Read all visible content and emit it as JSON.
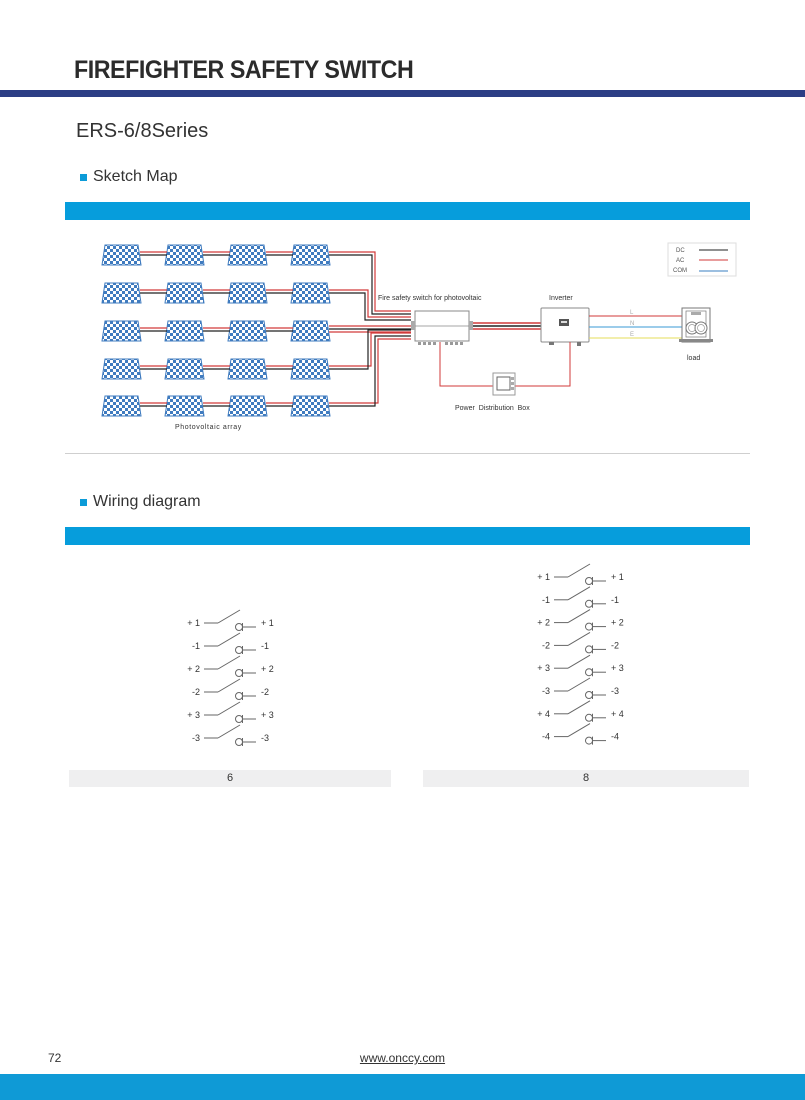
{
  "header": {
    "title": "FIREFIGHTER SAFETY SWITCH",
    "subtitle": "ERS-6/8Series"
  },
  "sketch": {
    "section_title": "Sketch Map",
    "array_label": "Photovoltaic array",
    "switch_label": "Fire safety switch for photovoltaic",
    "inverter_label": "Inverter",
    "pdb_label": "Power  Distribution  Box",
    "load_label": "load",
    "line_labels": [
      "L",
      "N",
      "E"
    ],
    "legend": [
      {
        "label": "DC",
        "color": "#222222"
      },
      {
        "label": "AC",
        "color": "#d23a3a"
      },
      {
        "label": "COM",
        "color": "#3a7fc0"
      }
    ],
    "panel_rows": 5,
    "panels_per_row": 4
  },
  "wiring": {
    "section_title": "Wiring diagram",
    "diagrams": [
      {
        "caption": "6",
        "poles": [
          "+1",
          "-1",
          "+2",
          "-2",
          "+3",
          "-3"
        ]
      },
      {
        "caption": "8",
        "poles": [
          "+1",
          "-1",
          "+2",
          "-2",
          "+3",
          "-3",
          "+4",
          "-4"
        ]
      }
    ]
  },
  "footer": {
    "page_number": "72",
    "url": "www.onccy.com"
  },
  "colors": {
    "navy": "#2c3e85",
    "accent_blue": "#069ddc",
    "panel_blue": "#3f7bbf",
    "wire_red": "#d23a3a",
    "wire_black": "#222222",
    "wire_blue": "#3a9ad6",
    "wire_yellow": "#e6dc5a"
  }
}
